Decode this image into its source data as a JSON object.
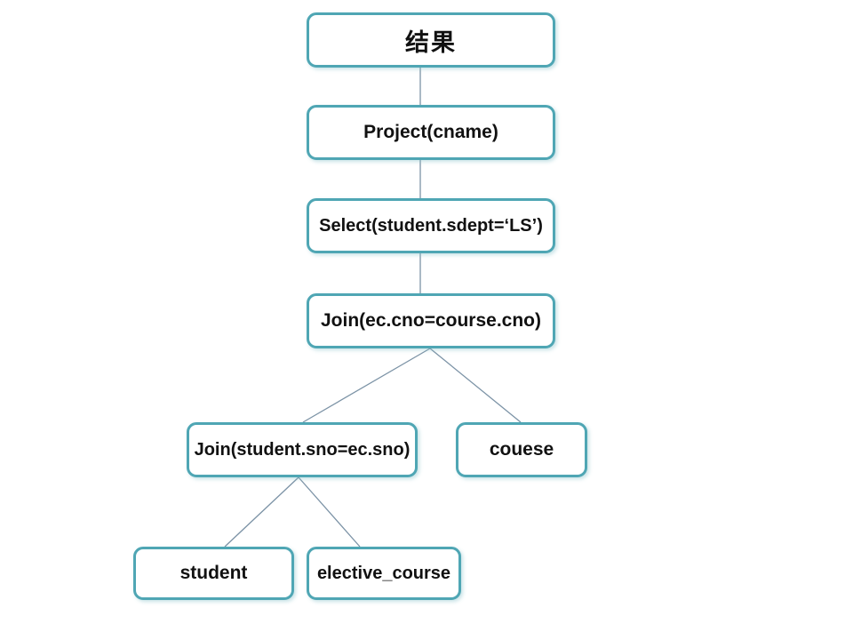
{
  "diagram": {
    "type": "query-tree",
    "colors": {
      "box_border": "#4fa6b4",
      "box_fill": "#ffffff",
      "connector": "#7c93a6",
      "text": "#111111",
      "background": "#ffffff"
    },
    "nodes": {
      "result": {
        "label": "结果"
      },
      "project": {
        "label": "Project(cname)"
      },
      "select": {
        "label": "Select(student.sdept=‘LS’)"
      },
      "join_cno": {
        "label": "Join(ec.cno=course.cno)"
      },
      "join_sno": {
        "label": "Join(student.sno=ec.sno)"
      },
      "couese": {
        "label": "couese"
      },
      "student": {
        "label": "student"
      },
      "elective_course": {
        "label": "elective_course"
      }
    },
    "edges": [
      {
        "from": "project",
        "to": "result"
      },
      {
        "from": "select",
        "to": "project"
      },
      {
        "from": "join_cno",
        "to": "select"
      },
      {
        "from": "join_sno",
        "to": "join_cno"
      },
      {
        "from": "couese",
        "to": "join_cno"
      },
      {
        "from": "student",
        "to": "join_sno"
      },
      {
        "from": "elective_course",
        "to": "join_sno"
      }
    ]
  }
}
